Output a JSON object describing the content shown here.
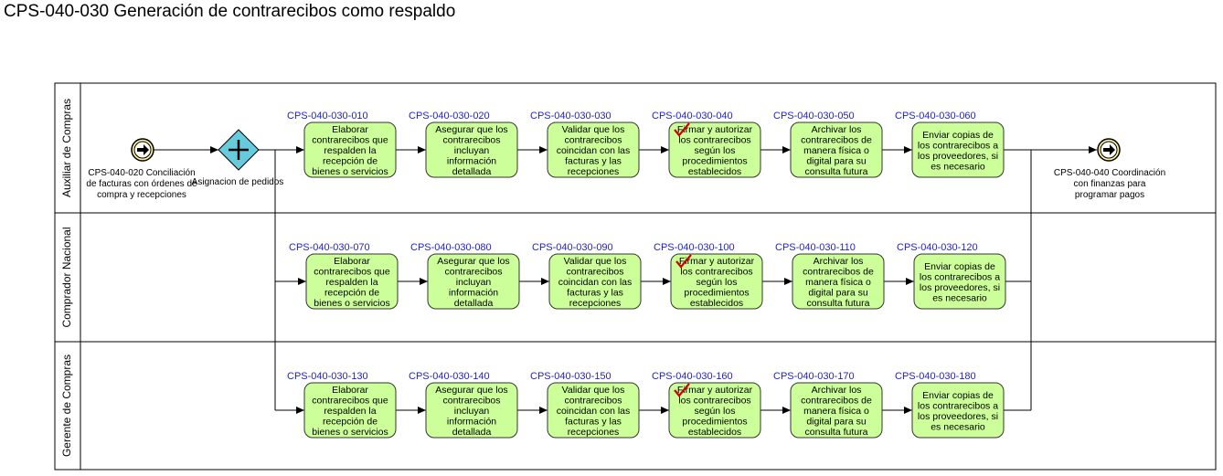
{
  "title": "CPS-040-030 Generación de contrarecibos como respaldo",
  "lanes": [
    {
      "name": "Auxiliar de Compras"
    },
    {
      "name": "Comprador Nacional"
    },
    {
      "name": "Gerente de Compras"
    }
  ],
  "start_event": {
    "label": [
      "CPS-040-020 Conciliación",
      "de facturas con órdenes de",
      "compra y recepciones"
    ]
  },
  "gateway": {
    "label": "Asignacion de pedidos"
  },
  "end_event": {
    "label": [
      "CPS-040-040 Coordinación",
      "con finanzas para",
      "programar pagos"
    ]
  },
  "rows": [
    {
      "lane": 0,
      "tasks": [
        {
          "id": "CPS-040-030-010",
          "lines": [
            "Elaborar",
            "contrarecibos que",
            "respalden la",
            "recepción de",
            "bienes o servicios"
          ],
          "check": false
        },
        {
          "id": "CPS-040-030-020",
          "lines": [
            "Asegurar que los",
            "contrarecibos",
            "incluyan",
            "información",
            "detallada"
          ],
          "check": false
        },
        {
          "id": "CPS-040-030-030",
          "lines": [
            "Validar que los",
            "contrarecibos",
            "coincidan con las",
            "facturas y las",
            "recepciones"
          ],
          "check": false
        },
        {
          "id": "CPS-040-030-040",
          "lines": [
            "Firmar y autorizar",
            "los contrarecibos",
            "según los",
            "procedimientos",
            "establecidos"
          ],
          "check": true
        },
        {
          "id": "CPS-040-030-050",
          "lines": [
            "Archivar los",
            "contrarecibos de",
            "manera física o",
            "digital para su",
            "consulta futura"
          ],
          "check": false
        },
        {
          "id": "CPS-040-030-060",
          "lines": [
            "Enviar copias de",
            "los contrarecibos a",
            "los proveedores, si",
            "es necesario"
          ],
          "check": false
        }
      ]
    },
    {
      "lane": 1,
      "tasks": [
        {
          "id": "CPS-040-030-070",
          "lines": [
            "Elaborar",
            "contrarecibos que",
            "respalden la",
            "recepción de",
            "bienes o servicios"
          ],
          "check": false
        },
        {
          "id": "CPS-040-030-080",
          "lines": [
            "Asegurar que los",
            "contrarecibos",
            "incluyan",
            "información",
            "detallada"
          ],
          "check": false
        },
        {
          "id": "CPS-040-030-090",
          "lines": [
            "Validar que los",
            "contrarecibos",
            "coincidan con las",
            "facturas y las",
            "recepciones"
          ],
          "check": false
        },
        {
          "id": "CPS-040-030-100",
          "lines": [
            "Firmar y autorizar",
            "los contrarecibos",
            "según los",
            "procedimientos",
            "establecidos"
          ],
          "check": true
        },
        {
          "id": "CPS-040-030-110",
          "lines": [
            "Archivar los",
            "contrarecibos de",
            "manera física o",
            "digital para su",
            "consulta futura"
          ],
          "check": false
        },
        {
          "id": "CPS-040-030-120",
          "lines": [
            "Enviar copias de",
            "los contrarecibos a",
            "los proveedores, si",
            "es necesario"
          ],
          "check": false
        }
      ]
    },
    {
      "lane": 2,
      "tasks": [
        {
          "id": "CPS-040-030-130",
          "lines": [
            "Elaborar",
            "contrarecibos que",
            "respalden la",
            "recepción de",
            "bienes o servicios"
          ],
          "check": false
        },
        {
          "id": "CPS-040-030-140",
          "lines": [
            "Asegurar que los",
            "contrarecibos",
            "incluyan",
            "información",
            "detallada"
          ],
          "check": false
        },
        {
          "id": "CPS-040-030-150",
          "lines": [
            "Validar que los",
            "contrarecibos",
            "coincidan con las",
            "facturas y las",
            "recepciones"
          ],
          "check": false
        },
        {
          "id": "CPS-040-030-160",
          "lines": [
            "Firmar y autorizar",
            "los contrarecibos",
            "según los",
            "procedimientos",
            "establecidos"
          ],
          "check": true
        },
        {
          "id": "CPS-040-030-170",
          "lines": [
            "Archivar los",
            "contrarecibos de",
            "manera física o",
            "digital para su",
            "consulta futura"
          ],
          "check": false
        },
        {
          "id": "CPS-040-030-180",
          "lines": [
            "Enviar copias de",
            "los contrarecibos a",
            "los proveedores, si",
            "es necesario"
          ],
          "check": false
        }
      ]
    }
  ],
  "colors": {
    "task_fill": "#ccff99",
    "task_stroke": "#333333",
    "gateway_fill": "#66ccdd",
    "event_fill": "#ffee99",
    "id_text": "#1f1fcc",
    "check": "#cc0000"
  }
}
